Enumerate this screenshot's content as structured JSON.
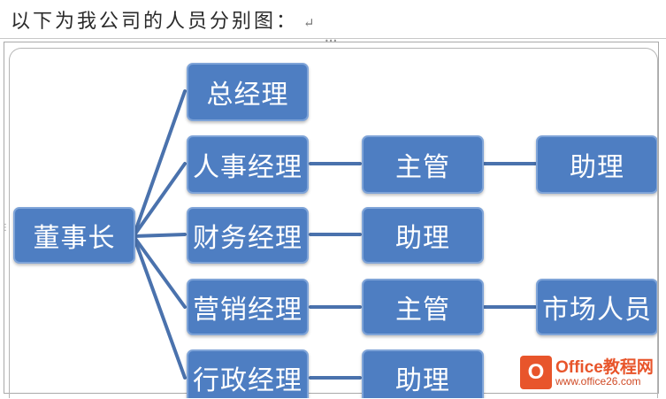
{
  "document": {
    "heading": "以下为我公司的人员分别图：",
    "paragraph_mark": "↵"
  },
  "frame": {
    "handle_top": "•••",
    "handle_side": "⋮"
  },
  "org_chart": {
    "node_color": "#4e7ec2",
    "connector_color": "#4a72ad",
    "root": {
      "label": "董事长"
    },
    "managers": [
      {
        "label": "总经理"
      },
      {
        "label": "人事经理"
      },
      {
        "label": "财务经理"
      },
      {
        "label": "营销经理"
      },
      {
        "label": "行政经理"
      }
    ],
    "level2": [
      {
        "label": "主管"
      },
      {
        "label": "助理"
      },
      {
        "label": "主管"
      },
      {
        "label": "助理"
      }
    ],
    "level3": [
      {
        "label": "助理"
      },
      {
        "label": "市场人员"
      }
    ]
  },
  "watermark": {
    "logo_letter": "O",
    "title": "Office教程网",
    "url": "www.office26.com"
  }
}
